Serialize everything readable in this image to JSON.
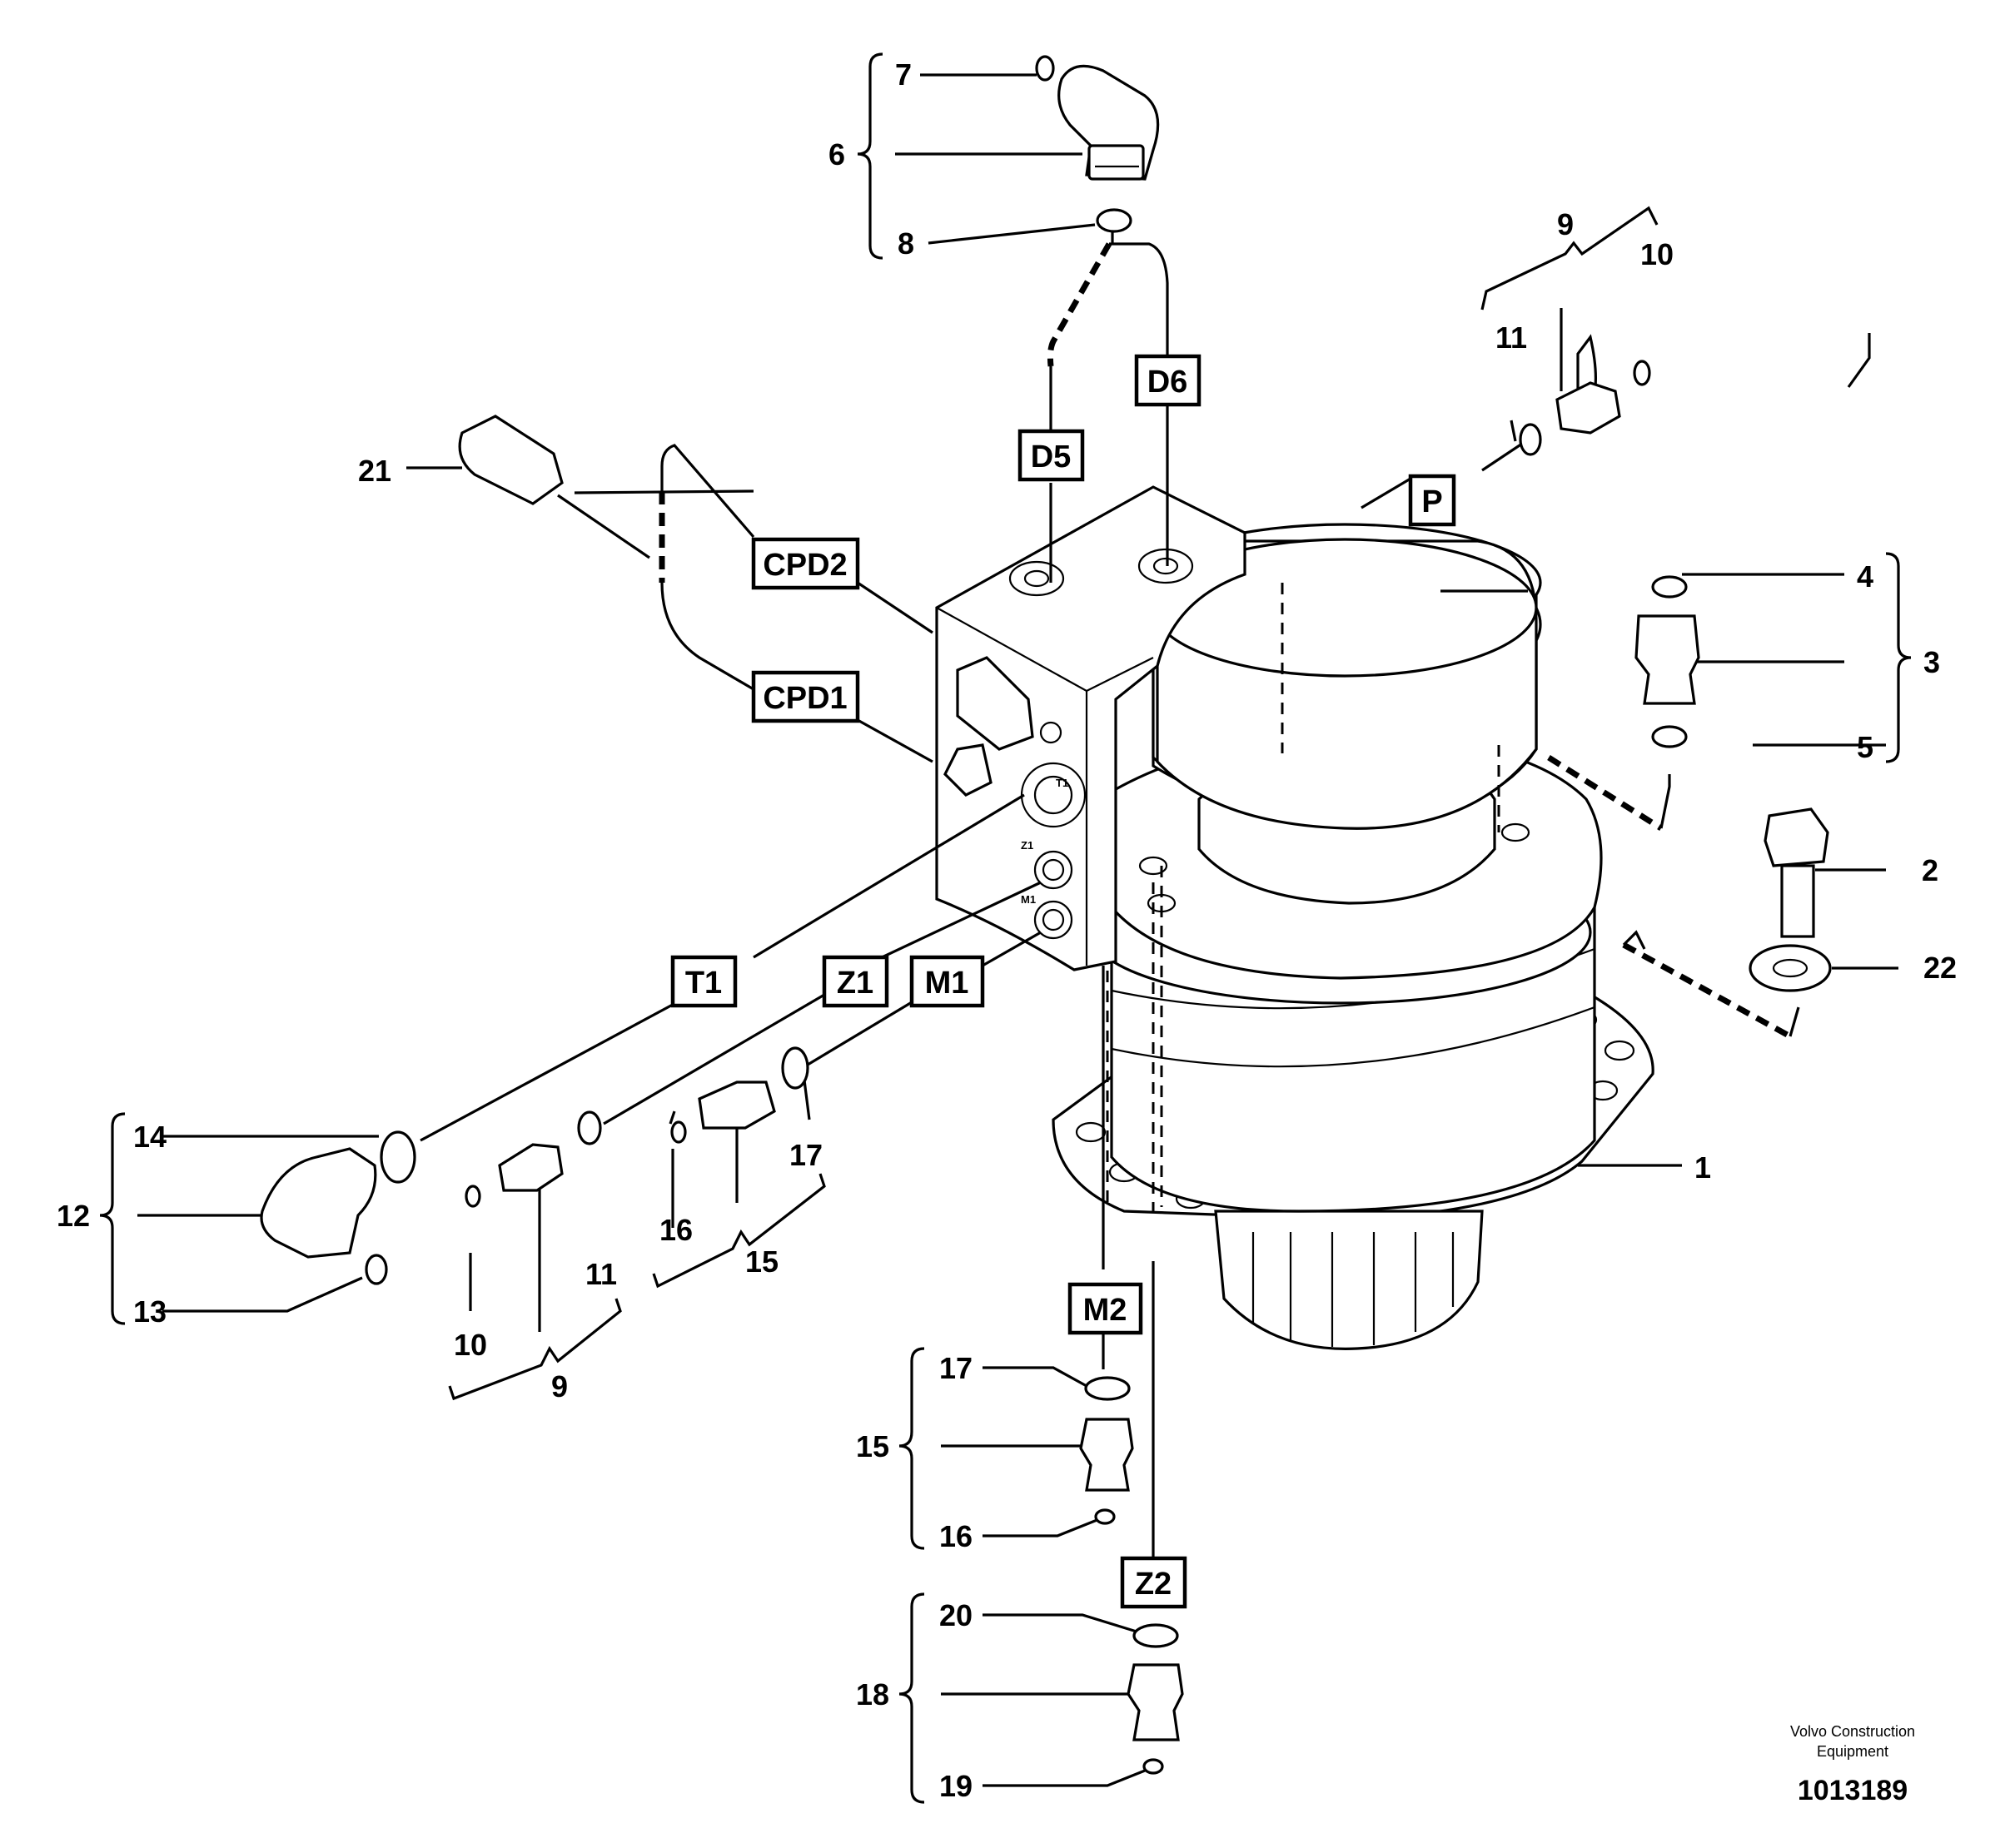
{
  "figure": {
    "credit_line1": "Volvo Construction",
    "credit_line2": "Equipment",
    "doc_number": "1013189"
  },
  "ports": {
    "D5": "D5",
    "D6": "D6",
    "P": "P",
    "CPD2": "CPD2",
    "CPD1": "CPD1",
    "T1": "T1",
    "Z1": "Z1",
    "M1": "M1",
    "M2": "M2",
    "Z2": "Z2"
  },
  "block_marks": {
    "T1": "T1",
    "Z1": "Z1",
    "M1": "M1"
  },
  "callouts": {
    "c1": "1",
    "c2": "2",
    "c3": "3",
    "c4": "4",
    "c5": "5",
    "c6": "6",
    "c7": "7",
    "c8": "8",
    "c9_top": "9",
    "c10_top": "10",
    "c11_top": "11",
    "c12": "12",
    "c13": "13",
    "c14": "14",
    "c9_bottom": "9",
    "c10_bottom": "10",
    "c11_bottom": "11",
    "c15_mid": "15",
    "c16_mid": "16",
    "c17_mid": "17",
    "c15_low": "15",
    "c16_low": "16",
    "c17_low": "17",
    "c18": "18",
    "c19": "19",
    "c20": "20",
    "c21": "21",
    "c22": "22"
  }
}
